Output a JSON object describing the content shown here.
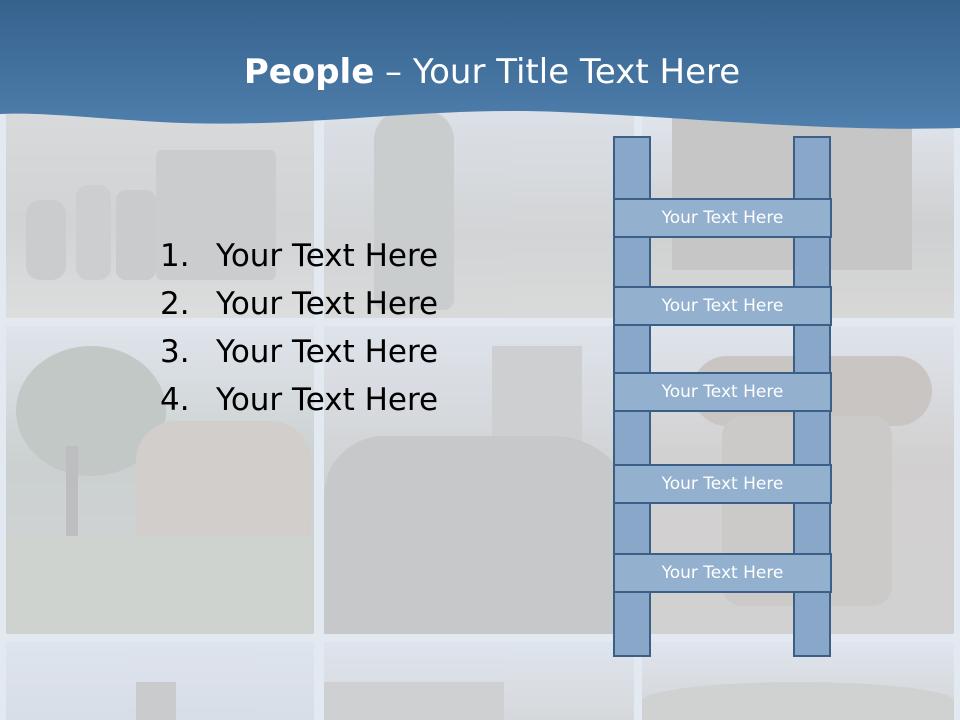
{
  "title": {
    "bold": "People",
    "rest": " – Your Title Text Here"
  },
  "list": [
    {
      "num": "1.",
      "text": "Your Text Here"
    },
    {
      "num": "2.",
      "text": "Your Text Here"
    },
    {
      "num": "3.",
      "text": "Your Text Here"
    },
    {
      "num": "4.",
      "text": "Your Text Here"
    }
  ],
  "ladder": {
    "rungs": [
      "Your Text Here",
      "Your Text Here",
      "Your Text Here",
      "Your Text Here",
      "Your Text Here"
    ]
  },
  "colors": {
    "header": "#3f6d9b",
    "ladder_fill": "#93b0cf",
    "ladder_border": "#3b5f86"
  }
}
